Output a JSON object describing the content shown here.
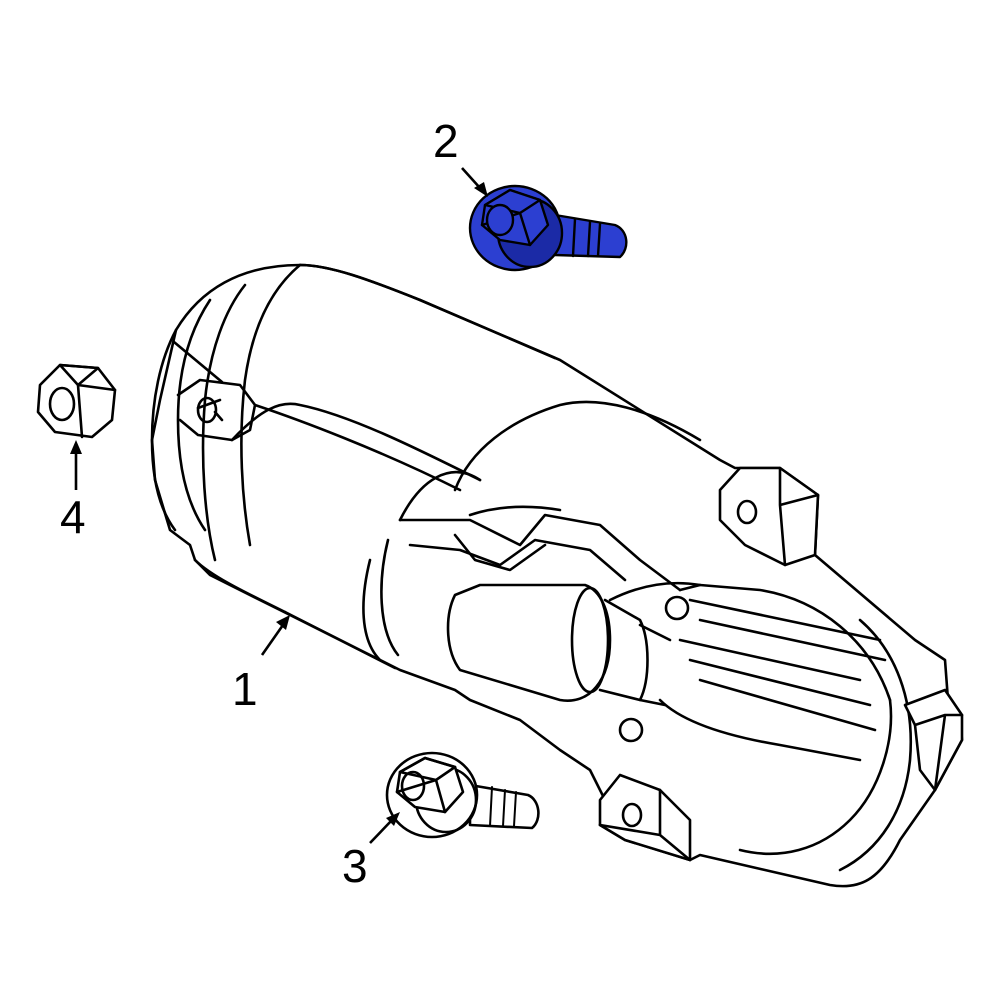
{
  "callouts": [
    {
      "id": "1",
      "label": "1"
    },
    {
      "id": "2",
      "label": "2"
    },
    {
      "id": "3",
      "label": "3"
    },
    {
      "id": "4",
      "label": "4"
    }
  ],
  "highlight": {
    "part": "2",
    "color": "#2c3fd1",
    "shade": "#1b2aa6"
  }
}
